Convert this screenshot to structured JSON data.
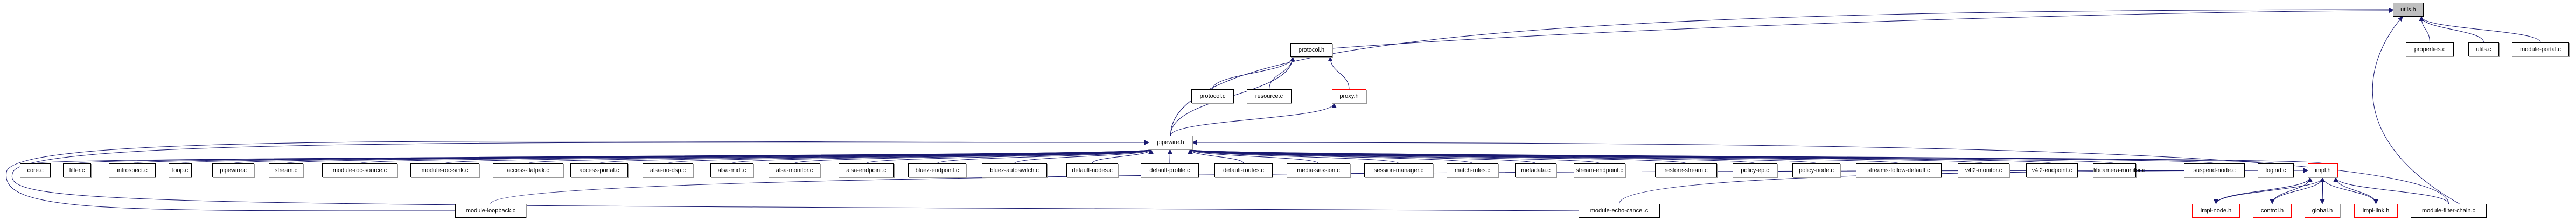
{
  "diagram": {
    "title": "utils.h include dependency graph",
    "edge_color": "#191970",
    "colors": {
      "current_fill": "#bfbfbf",
      "truncated_border": "#ff0000",
      "normal_border": "#000000"
    },
    "nodes": {
      "utils_h": {
        "label": "utils.h",
        "style": "current"
      },
      "properties_c": {
        "label": "properties.c"
      },
      "utils_c": {
        "label": "utils.c"
      },
      "module_portal_c": {
        "label": "module-portal.c"
      },
      "protocol_h": {
        "label": "protocol.h"
      },
      "protocol_c": {
        "label": "protocol.c"
      },
      "resource_c": {
        "label": "resource.c"
      },
      "proxy_h": {
        "label": "proxy.h",
        "style": "truncated"
      },
      "pipewire_h": {
        "label": "pipewire.h"
      },
      "core_c": {
        "label": "core.c"
      },
      "filter_c": {
        "label": "filter.c"
      },
      "introspect_c": {
        "label": "introspect.c"
      },
      "loop_c": {
        "label": "loop.c"
      },
      "pipewire_c": {
        "label": "pipewire.c"
      },
      "stream_c": {
        "label": "stream.c"
      },
      "module_roc_source_c": {
        "label": "module-roc-source.c"
      },
      "module_roc_sink_c": {
        "label": "module-roc-sink.c"
      },
      "access_flatpak_c": {
        "label": "access-flatpak.c"
      },
      "access_portal_c": {
        "label": "access-portal.c"
      },
      "alsa_no_dsp_c": {
        "label": "alsa-no-dsp.c"
      },
      "alsa_midi_c": {
        "label": "alsa-midi.c"
      },
      "alsa_monitor_c": {
        "label": "alsa-monitor.c"
      },
      "alsa_endpoint_c": {
        "label": "alsa-endpoint.c"
      },
      "bluez_endpoint_c": {
        "label": "bluez-endpoint.c"
      },
      "bluez_autoswitch_c": {
        "label": "bluez-autoswitch.c"
      },
      "default_nodes_c": {
        "label": "default-nodes.c"
      },
      "default_profile_c": {
        "label": "default-profile.c"
      },
      "default_routes_c": {
        "label": "default-routes.c"
      },
      "media_session_c": {
        "label": "media-session.c"
      },
      "session_manager_c": {
        "label": "session-manager.c"
      },
      "match_rules_c": {
        "label": "match-rules.c"
      },
      "metadata_c": {
        "label": "metadata.c"
      },
      "stream_endpoint_c": {
        "label": "stream-endpoint.c"
      },
      "restore_stream_c": {
        "label": "restore-stream.c"
      },
      "policy_ep_c": {
        "label": "policy-ep.c"
      },
      "policy_node_c": {
        "label": "policy-node.c"
      },
      "streams_follow_default_c": {
        "label": "streams-follow-default.c"
      },
      "v4l2_monitor_c": {
        "label": "v4l2-monitor.c"
      },
      "v4l2_endpoint_c": {
        "label": "v4l2-endpoint.c"
      },
      "libcamera_monitor_c": {
        "label": "libcamera-monitor.c"
      },
      "suspend_node_c": {
        "label": "suspend-node.c"
      },
      "logind_c": {
        "label": "logind.c"
      },
      "impl_h": {
        "label": "impl.h",
        "style": "truncated"
      },
      "module_loopback_c": {
        "label": "module-loopback.c"
      },
      "module_echo_cancel_c": {
        "label": "module-echo-cancel.c"
      },
      "impl_node_h": {
        "label": "impl-node.h",
        "style": "truncated"
      },
      "control_h": {
        "label": "control.h",
        "style": "truncated"
      },
      "global_h": {
        "label": "global.h",
        "style": "truncated"
      },
      "impl_link_h": {
        "label": "impl-link.h",
        "style": "truncated"
      },
      "module_filter_chain_c": {
        "label": "module-filter-chain.c"
      }
    },
    "edges": [
      [
        "properties_c",
        "utils_h"
      ],
      [
        "utils_c",
        "utils_h"
      ],
      [
        "module_portal_c",
        "utils_h"
      ],
      [
        "protocol_h",
        "utils_h"
      ],
      [
        "pipewire_h",
        "utils_h"
      ],
      [
        "module_filter_chain_c",
        "utils_h"
      ],
      [
        "protocol_c",
        "protocol_h"
      ],
      [
        "resource_c",
        "protocol_h"
      ],
      [
        "proxy_h",
        "protocol_h"
      ],
      [
        "pipewire_h",
        "protocol_h"
      ],
      [
        "pipewire_h",
        "proxy_h"
      ],
      [
        "core_c",
        "pipewire_h"
      ],
      [
        "filter_c",
        "pipewire_h"
      ],
      [
        "introspect_c",
        "pipewire_h"
      ],
      [
        "loop_c",
        "pipewire_h"
      ],
      [
        "pipewire_c",
        "pipewire_h"
      ],
      [
        "stream_c",
        "pipewire_h"
      ],
      [
        "module_roc_source_c",
        "pipewire_h"
      ],
      [
        "module_roc_sink_c",
        "pipewire_h"
      ],
      [
        "access_flatpak_c",
        "pipewire_h"
      ],
      [
        "access_portal_c",
        "pipewire_h"
      ],
      [
        "alsa_no_dsp_c",
        "pipewire_h"
      ],
      [
        "alsa_midi_c",
        "pipewire_h"
      ],
      [
        "alsa_monitor_c",
        "pipewire_h"
      ],
      [
        "alsa_endpoint_c",
        "pipewire_h"
      ],
      [
        "bluez_endpoint_c",
        "pipewire_h"
      ],
      [
        "bluez_autoswitch_c",
        "pipewire_h"
      ],
      [
        "default_nodes_c",
        "pipewire_h"
      ],
      [
        "default_profile_c",
        "pipewire_h"
      ],
      [
        "default_routes_c",
        "pipewire_h"
      ],
      [
        "media_session_c",
        "pipewire_h"
      ],
      [
        "session_manager_c",
        "pipewire_h"
      ],
      [
        "match_rules_c",
        "pipewire_h"
      ],
      [
        "metadata_c",
        "pipewire_h"
      ],
      [
        "stream_endpoint_c",
        "pipewire_h"
      ],
      [
        "restore_stream_c",
        "pipewire_h"
      ],
      [
        "policy_ep_c",
        "pipewire_h"
      ],
      [
        "policy_node_c",
        "pipewire_h"
      ],
      [
        "streams_follow_default_c",
        "pipewire_h"
      ],
      [
        "v4l2_monitor_c",
        "pipewire_h"
      ],
      [
        "v4l2_endpoint_c",
        "pipewire_h"
      ],
      [
        "libcamera_monitor_c",
        "pipewire_h"
      ],
      [
        "suspend_node_c",
        "pipewire_h"
      ],
      [
        "logind_c",
        "pipewire_h"
      ],
      [
        "impl_h",
        "pipewire_h"
      ],
      [
        "module_loopback_c",
        "pipewire_h"
      ],
      [
        "module_echo_cancel_c",
        "pipewire_h"
      ],
      [
        "module_filter_chain_c",
        "pipewire_h"
      ],
      [
        "module_loopback_c",
        "impl_h"
      ],
      [
        "module_echo_cancel_c",
        "impl_h"
      ],
      [
        "impl_node_h",
        "impl_h"
      ],
      [
        "impl_h",
        "impl_node_h"
      ],
      [
        "control_h",
        "impl_h"
      ],
      [
        "impl_h",
        "control_h"
      ],
      [
        "global_h",
        "impl_h"
      ],
      [
        "impl_h",
        "global_h"
      ],
      [
        "impl_link_h",
        "impl_h"
      ],
      [
        "impl_h",
        "impl_link_h"
      ],
      [
        "module_filter_chain_c",
        "impl_h"
      ]
    ]
  }
}
